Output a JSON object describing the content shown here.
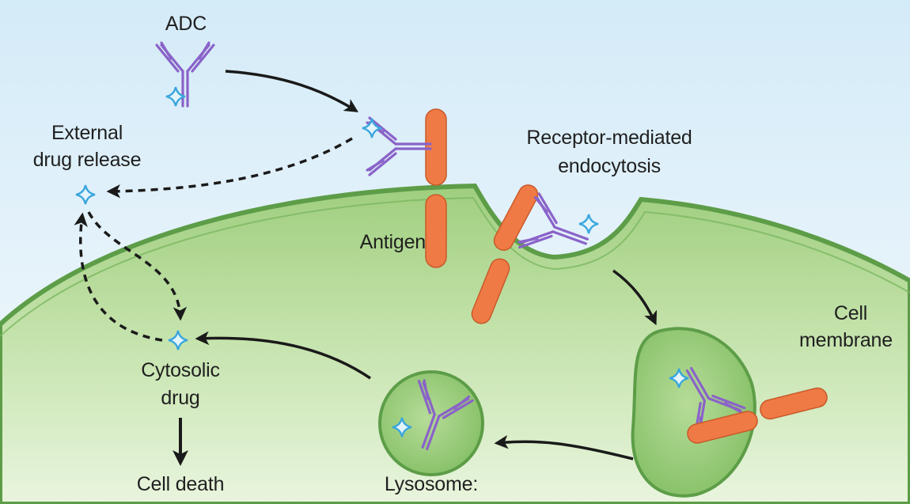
{
  "labels": {
    "adc": "ADC",
    "external_release_line1": "External",
    "external_release_line2": "drug release",
    "receptor_line1": "Receptor-mediated",
    "receptor_line2": "endocytosis",
    "antigen": "Antigen",
    "cell_membrane_line1": "Cell",
    "cell_membrane_line2": "membrane",
    "cytosolic_line1": "Cytosolic",
    "cytosolic_line2": "drug",
    "cell_death": "Cell death",
    "lysosome": "Lysosome:"
  },
  "colors": {
    "antibody": "#8a63c9",
    "antigen": "#ef7a45",
    "drug": "#3aa6dd",
    "cell_fill": "#a4d184",
    "cell_stroke": "#5d9d48",
    "background": "#d9ecf7"
  }
}
